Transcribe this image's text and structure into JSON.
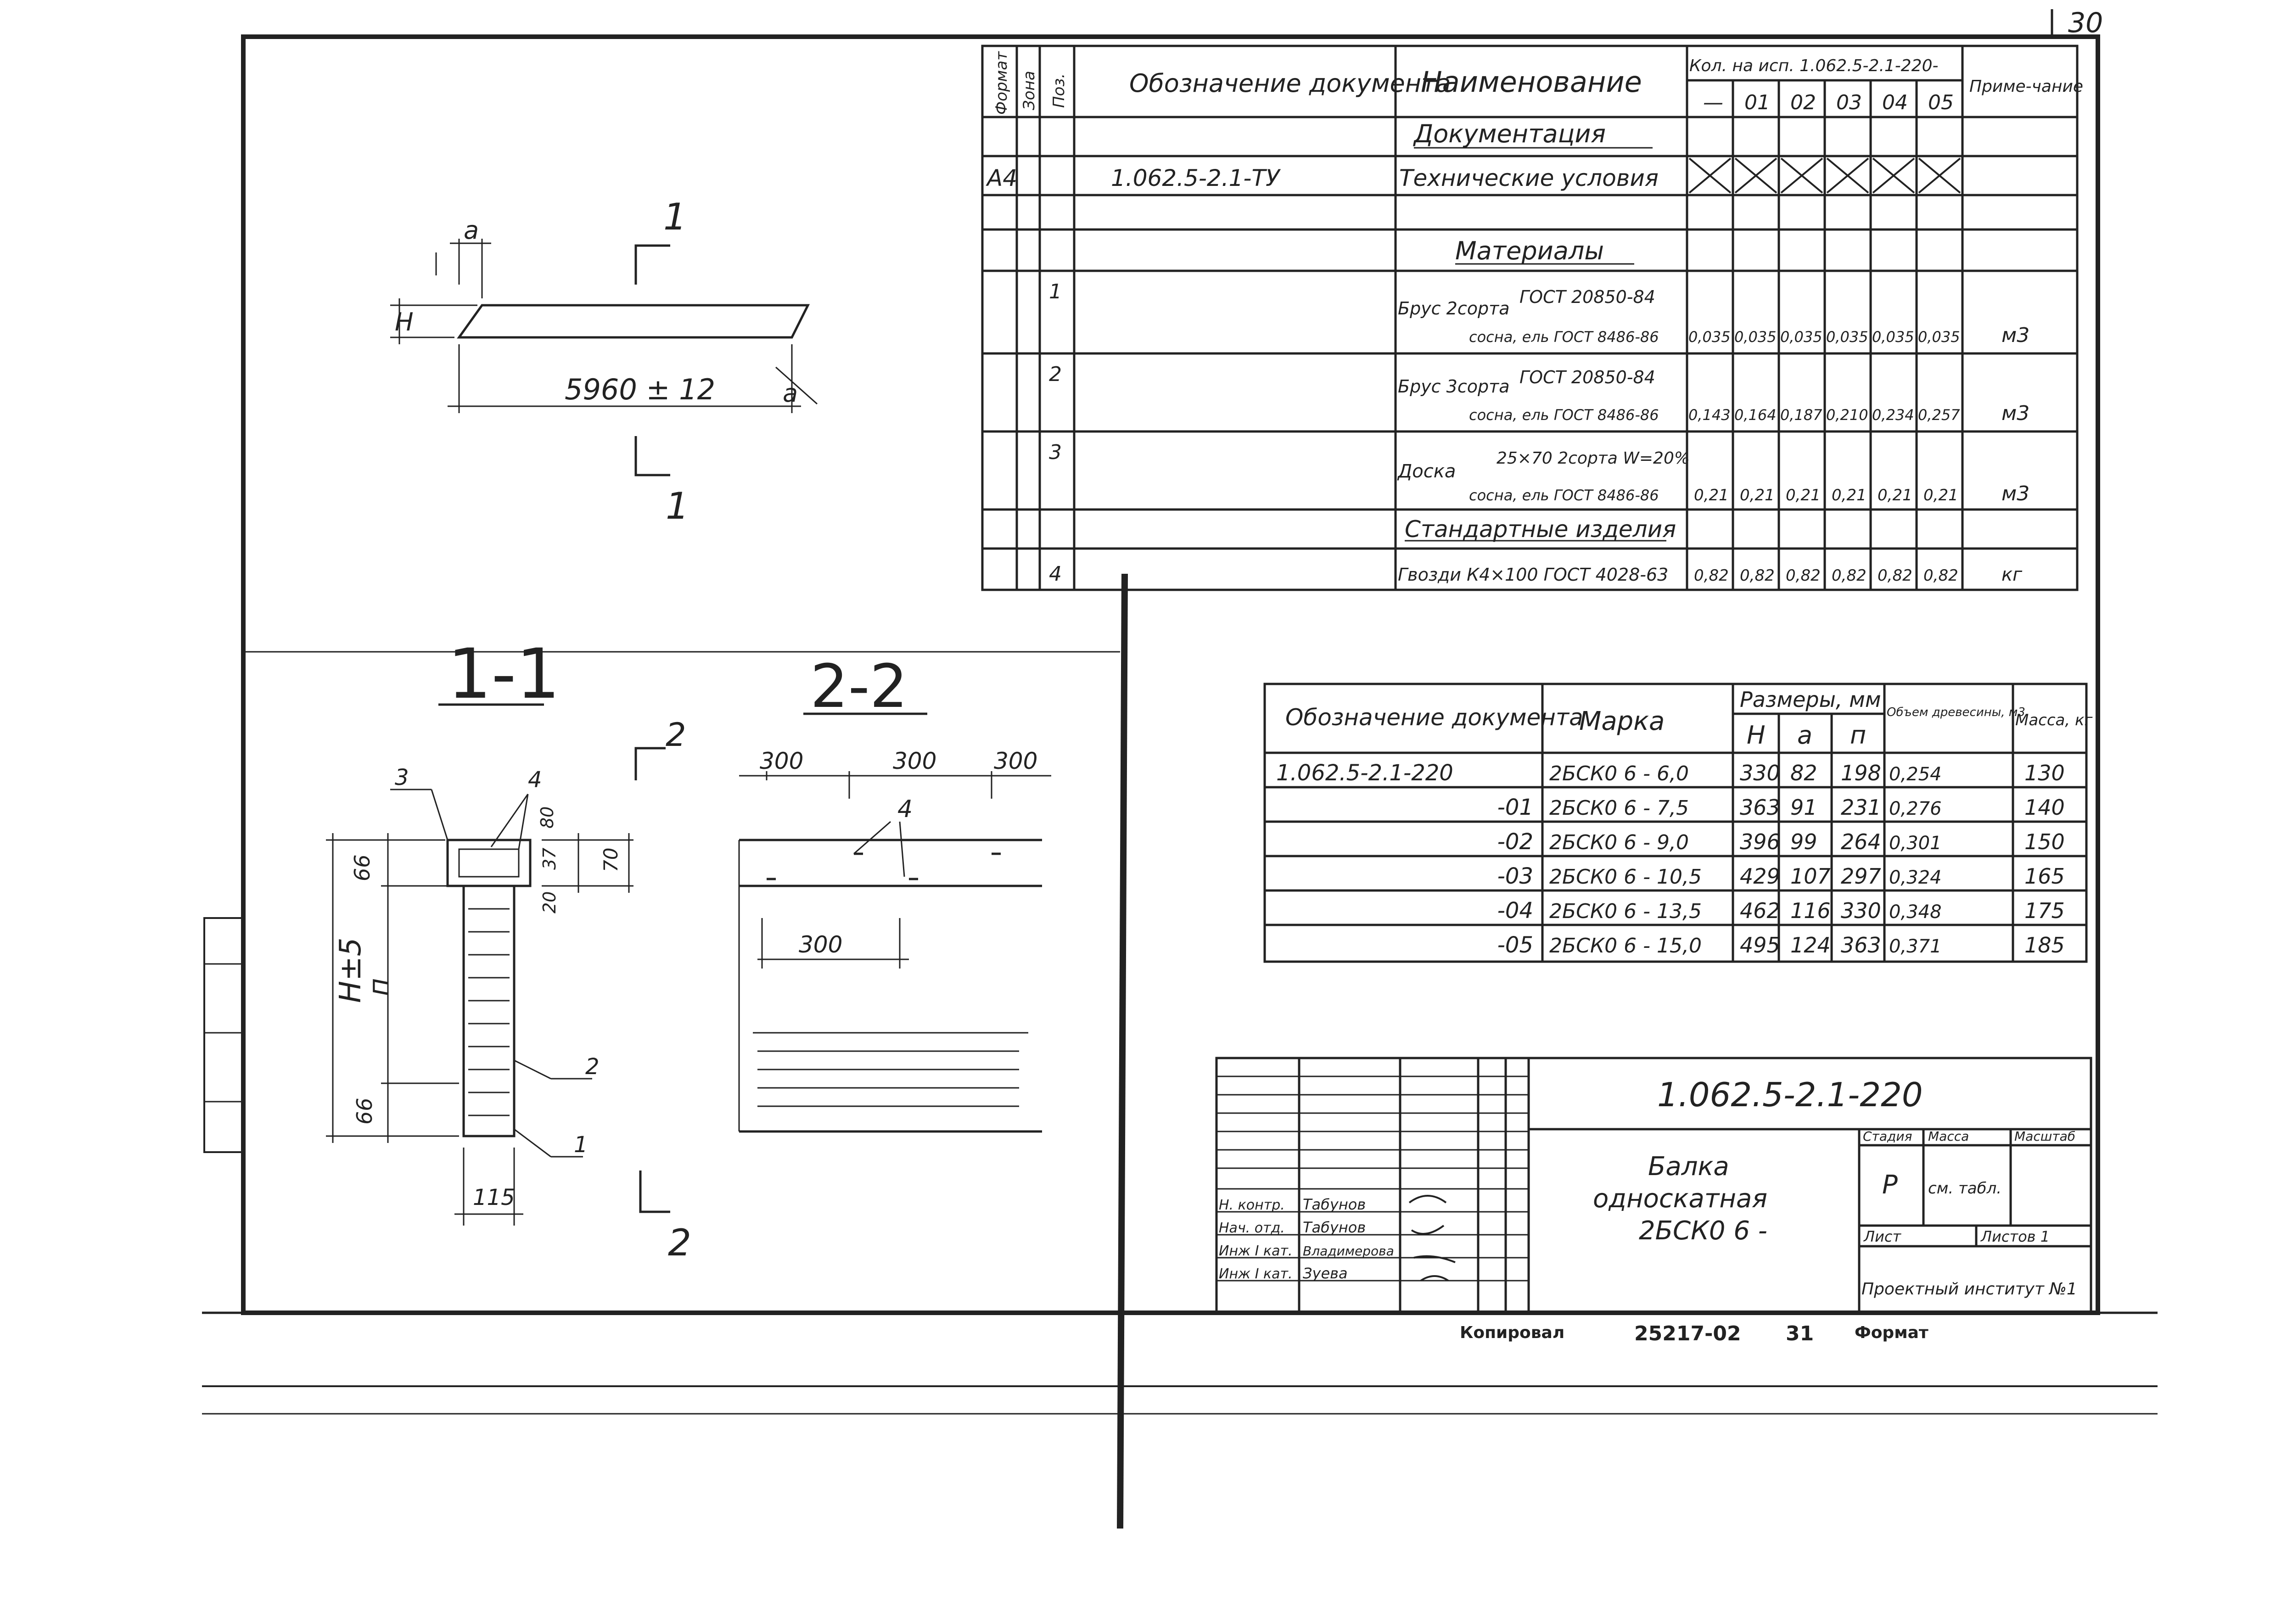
{
  "sheet_number": "30",
  "spec_table": {
    "headers": {
      "format": "Формат",
      "zone": "Зона",
      "pos": "Поз.",
      "designation": "Обозначение документа",
      "name": "Наименование",
      "qty_title": "Кол. на исп. 1.062.5-2.1-220-",
      "qty_cols": [
        "—",
        "01",
        "02",
        "03",
        "04",
        "05"
      ],
      "note": "Приме-чание"
    },
    "rows": [
      {
        "section": "Документация"
      },
      {
        "format": "А4",
        "designation": "1.062.5-2.1-ТУ",
        "name": "Технические условия",
        "crossed": true
      },
      {
        "section": "Материалы"
      },
      {
        "pos": "1",
        "name": "Брус 2сорта",
        "std": "ГОСТ 20850-84",
        "sub": "сосна, ель ГОСТ 8486-86",
        "qty": [
          "0,035",
          "0,035",
          "0,035",
          "0,035",
          "0,035",
          "0,035"
        ],
        "unit": "м3"
      },
      {
        "pos": "2",
        "name": "Брус 3сорта",
        "std": "ГОСТ 20850-84",
        "sub": "сосна, ель ГОСТ 8486-86",
        "qty": [
          "0,143",
          "0,164",
          "0,187",
          "0,210",
          "0,234",
          "0,257"
        ],
        "unit": "м3"
      },
      {
        "pos": "3",
        "name": "Доска",
        "std": "25×70 2сорта W=20%",
        "sub": "сосна, ель ГОСТ 8486-86",
        "qty": [
          "0,21",
          "0,21",
          "0,21",
          "0,21",
          "0,21",
          "0,21"
        ],
        "unit": "м3"
      },
      {
        "section": "Стандартные изделия"
      },
      {
        "pos": "4",
        "name": "Гвозди К4×100 ГОСТ 4028-63",
        "qty": [
          "0,82",
          "0,82",
          "0,82",
          "0,82",
          "0,82",
          "0,82"
        ],
        "unit": "кг"
      }
    ]
  },
  "dims_table": {
    "headers": {
      "designation": "Обозначение документа",
      "mark": "Марка",
      "sizes": "Размеры, мм",
      "h": "Н",
      "a": "а",
      "p": "п",
      "volume": "Объем древесины, м3",
      "mass": "Масса, кг"
    },
    "rows": [
      {
        "des": "1.062.5-2.1-220",
        "mark": "2БСК0 6 - 6,0",
        "h": "330",
        "a": "82",
        "p": "198",
        "vol": "0,254",
        "mass": "130"
      },
      {
        "des": "-01",
        "mark": "2БСК0 6 - 7,5",
        "h": "363",
        "a": "91",
        "p": "231",
        "vol": "0,276",
        "mass": "140"
      },
      {
        "des": "-02",
        "mark": "2БСК0 6 - 9,0",
        "h": "396",
        "a": "99",
        "p": "264",
        "vol": "0,301",
        "mass": "150"
      },
      {
        "des": "-03",
        "mark": "2БСК0 6 - 10,5",
        "h": "429",
        "a": "107",
        "p": "297",
        "vol": "0,324",
        "mass": "165"
      },
      {
        "des": "-04",
        "mark": "2БСК0 6 - 13,5",
        "h": "462",
        "a": "116",
        "p": "330",
        "vol": "0,348",
        "mass": "175"
      },
      {
        "des": "-05",
        "mark": "2БСК0 6 - 15,0",
        "h": "495",
        "a": "124",
        "p": "363",
        "vol": "0,371",
        "mass": "185"
      }
    ]
  },
  "title_block": {
    "code": "1.062.5-2.1-220",
    "title_l1": "Балка",
    "title_l2": "односкатная",
    "title_l3": "2БСК0 6 -",
    "stage_h": "Стадия",
    "mass_h": "Масса",
    "scale_h": "Масштаб",
    "stage": "Р",
    "mass": "см. табл.",
    "sheet": "Лист",
    "sheets": "Листов 1",
    "org": "Проектный институт №1",
    "roles": [
      "Н. контр.",
      "Нач. отд.",
      "Инж I кат.",
      "Инж I кат."
    ],
    "names": [
      "Табунов",
      "Табунов",
      "Владимерова",
      "Зуева"
    ]
  },
  "footer": {
    "copied": "Копировал",
    "order": "25217-02",
    "num": "31",
    "format": "Формат"
  },
  "drawing": {
    "length_dim": "5960 ± 12",
    "label_a": "а",
    "label_h": "Н",
    "cut1": "1",
    "cut2": "2",
    "section_1": "1-1",
    "section_2": "2-2",
    "h_total": "Н±5",
    "p": "п",
    "d66": "66",
    "d80": "80",
    "d37": "37",
    "d20": "20",
    "d70": "70",
    "d115": "115",
    "d300": "300",
    "pos1": "1",
    "pos2": "2",
    "pos3": "3",
    "pos4": "4"
  }
}
